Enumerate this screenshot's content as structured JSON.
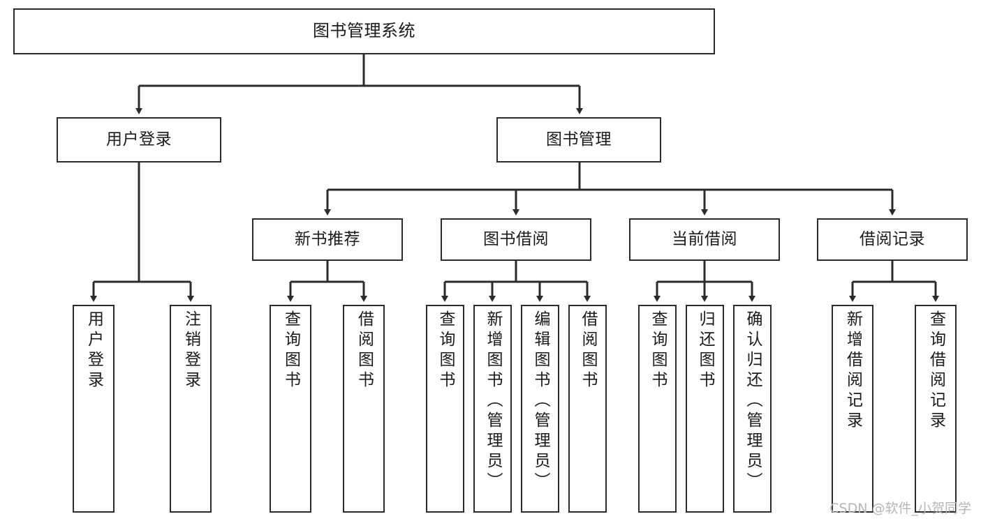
{
  "diagram": {
    "title": "图书管理系统",
    "type": "tree",
    "watermark": "CSDN @软件_小贺同学",
    "stroke_color": "#2b2b2b",
    "background_color": "#ffffff",
    "text_color": "#1a1a1a",
    "levels": {
      "root": {
        "label": "图书管理系统"
      },
      "level1": [
        {
          "label": "用户登录"
        },
        {
          "label": "图书管理"
        }
      ],
      "level2": [
        {
          "label": "新书推荐"
        },
        {
          "label": "图书借阅"
        },
        {
          "label": "当前借阅"
        },
        {
          "label": "借阅记录"
        }
      ],
      "leaves": {
        "user_login": [
          {
            "label": "用户登录"
          },
          {
            "label": "注销登录"
          }
        ],
        "new_book_recommend": [
          {
            "label": "查询图书"
          },
          {
            "label": "借阅图书"
          }
        ],
        "book_borrow": [
          {
            "label": "查询图书"
          },
          {
            "label": "新增图书（管理员）"
          },
          {
            "label": "编辑图书（管理员）"
          },
          {
            "label": "借阅图书"
          }
        ],
        "current_borrow": [
          {
            "label": "查询图书"
          },
          {
            "label": "归还图书"
          },
          {
            "label": "确认归还（管理员）"
          }
        ],
        "borrow_record": [
          {
            "label": "新增借阅记录"
          },
          {
            "label": "查询借阅记录"
          }
        ]
      }
    }
  }
}
